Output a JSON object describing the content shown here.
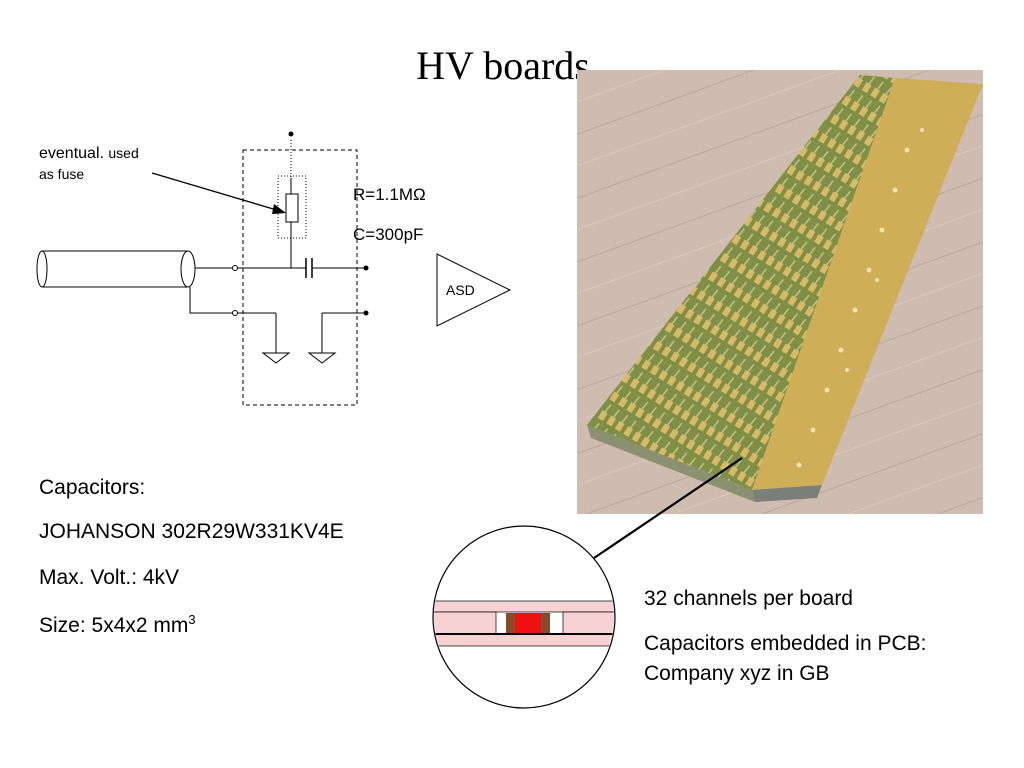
{
  "slide": {
    "title": "HV boards",
    "fuse_note": {
      "main": "eventual.",
      "small": "used",
      "line2": "as fuse"
    },
    "resistor_label": "R=1.1MΩ",
    "capacitor_label": "C=300pF",
    "amplifier_label": "ASD",
    "capacitors_block": {
      "heading": "Capacitors:",
      "part_number": "JOHANSON 302R29W331KV4E",
      "max_volt": "Max. Volt.: 4kV",
      "size_prefix": "Size: 5x4x2 mm",
      "size_sup": "3"
    },
    "board_info": {
      "channels": "32 channels per board",
      "embedded_line1": "Capacitors embedded in PCB:",
      "embedded_line2": "Company xyz in GB"
    }
  },
  "colors": {
    "pcb_green": "#8a9a4a",
    "pcb_gold": "#d2b25a",
    "table_background": "#cdb9ad",
    "capacitor_red": "#ee1111",
    "capacitor_end": "#8a4a2a",
    "pcb_layer_pink": "#f6d2d2"
  }
}
